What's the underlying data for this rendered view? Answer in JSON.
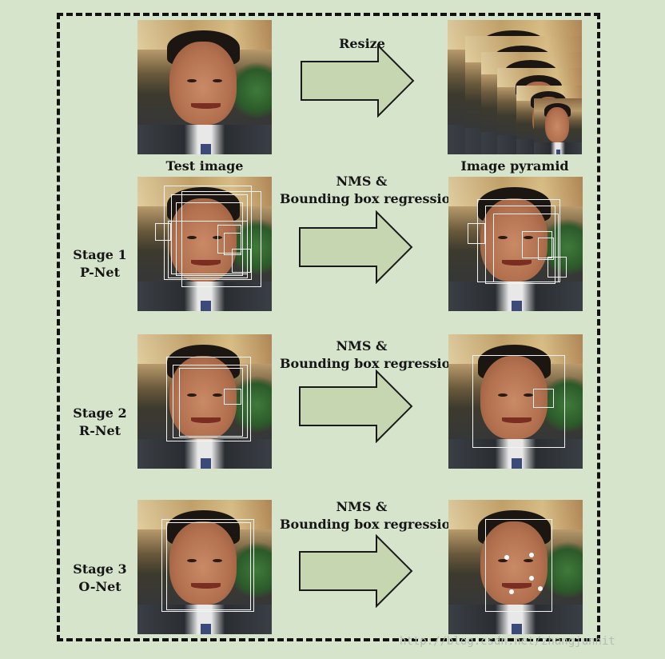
{
  "top_row": {
    "resize_label": "Resize",
    "left_caption": "Test image",
    "right_caption": "Image pyramid"
  },
  "stages": [
    {
      "stage": "Stage 1",
      "net": "P-Net",
      "line1": "NMS &",
      "line2": "Bounding box regression"
    },
    {
      "stage": "Stage 2",
      "net": "R-Net",
      "line1": "NMS &",
      "line2": "Bounding box regression"
    },
    {
      "stage": "Stage 3",
      "net": "O-Net",
      "line1": "NMS &",
      "line2": "Bounding box regression"
    }
  ],
  "watermark": "http://blog.csdn.net/zhangjunhit",
  "colors": {
    "background": "#d6e4cc",
    "arrow_fill": "#c5d6b0",
    "arrow_stroke": "#1a1a1a",
    "box": "#f4f4f4"
  }
}
